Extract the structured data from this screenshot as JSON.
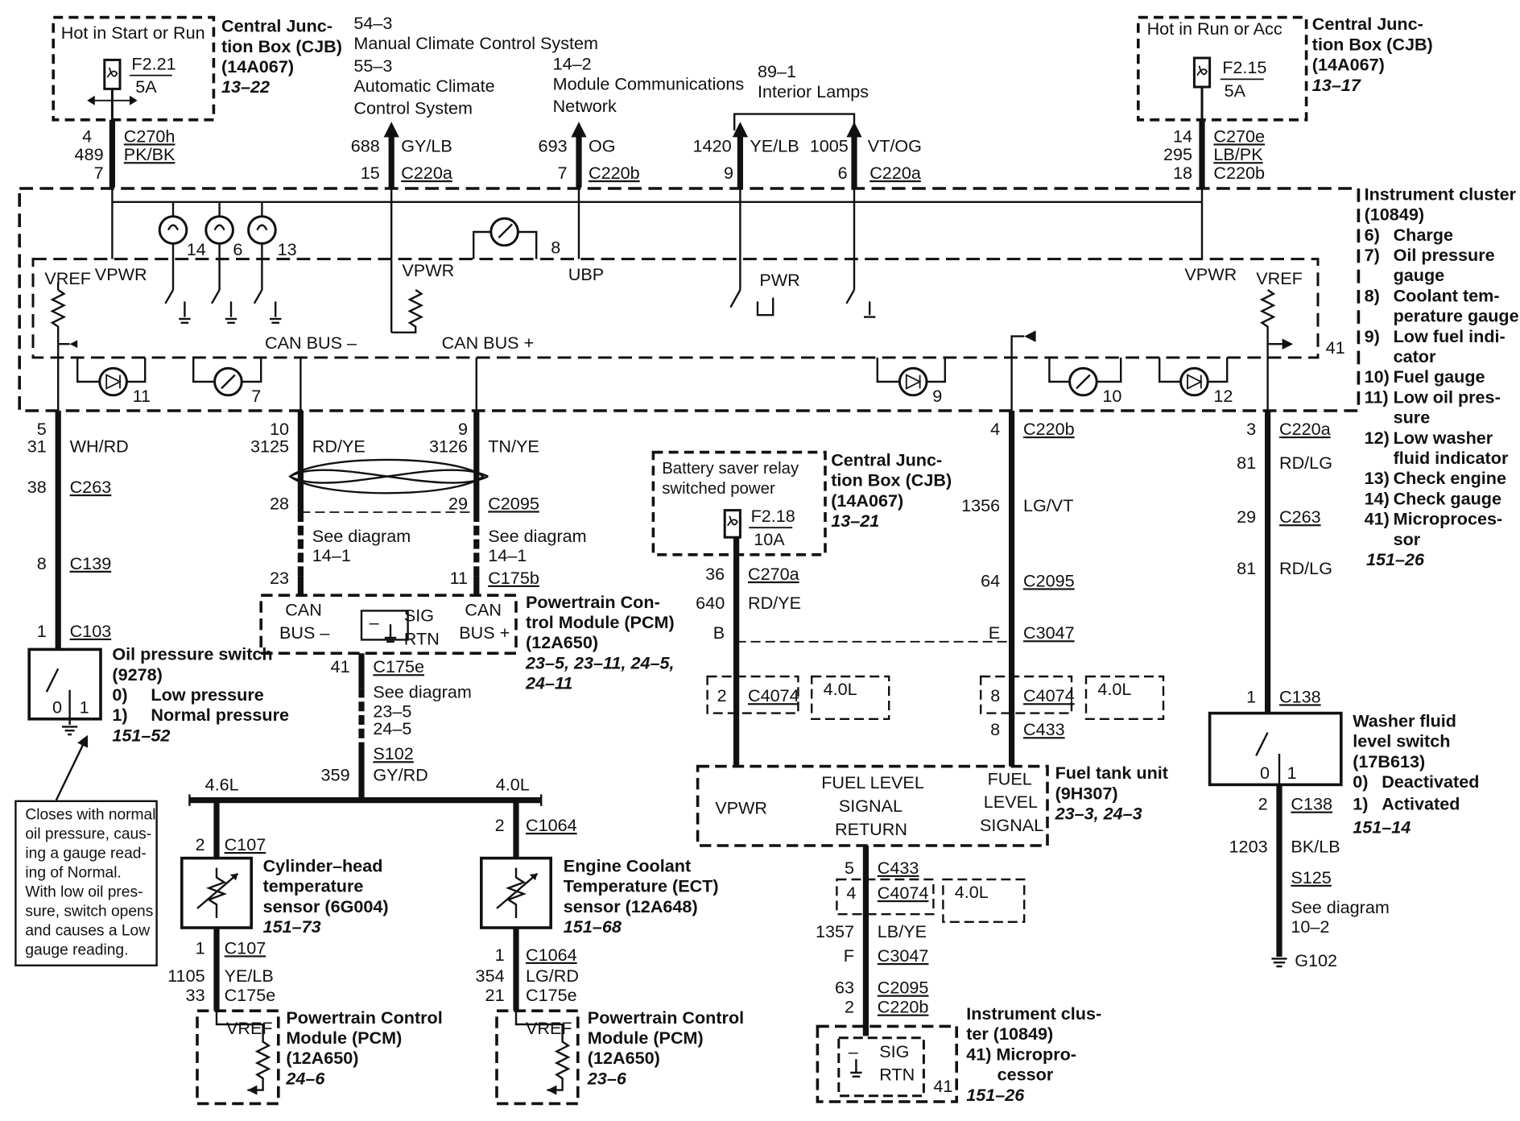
{
  "fuse_boxes": {
    "cjb_left": {
      "header": "Hot in Start or Run",
      "fuse": "F2.21",
      "amps": "5A",
      "title": [
        "Central Junc-",
        "tion Box (CJB)",
        "(14A067)"
      ],
      "ref": "13–22"
    },
    "cjb_right": {
      "header": "Hot in Run or Acc",
      "fuse": "F2.15",
      "amps": "5A",
      "title": [
        "Central Junc-",
        "tion Box (CJB)",
        "(14A067)"
      ],
      "ref": "13–17"
    },
    "cjb_battery_saver": {
      "header": [
        "Battery saver relay",
        "switched power"
      ],
      "fuse": "F2.18",
      "amps": "10A",
      "title": [
        "Central Junc-",
        "tion Box (CJB)",
        "(14A067)"
      ],
      "ref": "13–21"
    }
  },
  "top_refs": {
    "climate": [
      "54–3",
      "Manual Climate Control System",
      "55–3",
      "Automatic Climate",
      "Control System"
    ],
    "network": [
      "14–2",
      "Module Communications",
      "Network"
    ],
    "lamps": [
      "89–1",
      "Interior Lamps"
    ]
  },
  "top_wires": {
    "left": {
      "pins": [
        "4",
        "489",
        "7"
      ],
      "conn": "C270h",
      "color": "PK/BK"
    },
    "climate": {
      "circuit": "688",
      "color": "GY/LB",
      "pin": "15",
      "conn": "C220a"
    },
    "network": {
      "circuit": "693",
      "color": "OG",
      "pin": "7",
      "conn": "C220b"
    },
    "lamp1": {
      "circuit": "1420",
      "color": "YE/LB",
      "pin": "9"
    },
    "lamp2": {
      "circuit": "1005",
      "color": "VT/OG",
      "pin": "6",
      "conn": "C220a"
    },
    "right": {
      "pins": [
        "14",
        "295",
        "18"
      ],
      "conn": "C270e",
      "color": "LB/PK",
      "conn2": "C220b"
    }
  },
  "cluster": {
    "title": [
      "Instrument cluster",
      "(10849)"
    ],
    "legend": [
      [
        "6)",
        "Charge"
      ],
      [
        "7)",
        "Oil pressure",
        "gauge"
      ],
      [
        "8)",
        "Coolant tem-",
        "perature gauge"
      ],
      [
        "9)",
        "Low fuel indi-",
        "cator"
      ],
      [
        "10)",
        "Fuel gauge"
      ],
      [
        "11)",
        "Low oil pres-",
        "sure"
      ],
      [
        "12)",
        "Low washer",
        "fluid indicator"
      ],
      [
        "13)",
        "Check engine"
      ],
      [
        "14)",
        "Check gauge"
      ],
      [
        "41)",
        "Microproces-",
        "sor"
      ]
    ],
    "ref": "151–26",
    "internal": {
      "vref": "VREF",
      "vpwr": "VPWR",
      "ubp": "UBP",
      "pwr": "PWR",
      "can_minus": "CAN BUS –",
      "can_plus": "CAN BUS +"
    },
    "numbers": {
      "n14": "14",
      "n6": "6",
      "n13": "13",
      "n8": "8",
      "n11": "11",
      "n7": "7",
      "n9": "9",
      "n10": "10",
      "n12": "12",
      "n41": "41"
    }
  },
  "oil_branch": {
    "pins": [
      "5",
      "31"
    ],
    "color": "WH/RD",
    "c263": [
      "38",
      "C263"
    ],
    "c139": [
      "8",
      "C139"
    ],
    "c103": [
      "1",
      "C103"
    ],
    "switch_title": [
      "Oil pressure switch",
      "(9278)"
    ],
    "states": [
      [
        "0)",
        "Low pressure"
      ],
      [
        "1)",
        "Normal pressure"
      ]
    ],
    "ref": "151–52",
    "sw_labels": [
      "0",
      "1"
    ],
    "note": [
      "Closes with normal",
      "oil pressure, caus-",
      "ing a gauge read-",
      "ing of Normal.",
      "With low oil pres-",
      "sure, switch opens",
      "and causes a Low",
      "gauge reading."
    ]
  },
  "can_branch": {
    "minus": {
      "pins": [
        "10",
        "3125"
      ],
      "color": "RD/YE",
      "pin2": "28",
      "pin3": "23"
    },
    "plus": {
      "pins": [
        "9",
        "3126"
      ],
      "color": "TN/YE",
      "pin2": "29",
      "pin3": "11"
    },
    "conn_mid": "C2095",
    "conn_bot": "C175b",
    "see": [
      "See diagram",
      "14–1"
    ]
  },
  "pcm_main": {
    "labels": {
      "can1": "CAN",
      "bus_minus": "BUS –",
      "sig": "SIG",
      "rtn": "RTN",
      "can2": "CAN",
      "bus_plus": "BUS +",
      "minus": "–"
    },
    "title": [
      "Powertrain Con-",
      "trol Module (PCM)",
      "(12A650)"
    ],
    "refs": [
      "23–5, 23–11, 24–5,",
      "24–11"
    ]
  },
  "sig_rtn_branch": {
    "pin": "41",
    "conn": "C175e",
    "see": [
      "See diagram",
      "23–5",
      "24–5"
    ],
    "splice": "S102",
    "circuit": "359",
    "color": "GY/RD",
    "left_label": "4.6L",
    "right_label": "4.0L"
  },
  "chts": {
    "top": [
      "2",
      "C107"
    ],
    "title": [
      "Cylinder–head",
      "temperature",
      "sensor (6G004)"
    ],
    "ref": "151–73",
    "bot": [
      "1",
      "C107"
    ],
    "wire": [
      "1105",
      "YE/LB"
    ],
    "pin": [
      "33",
      "C175e"
    ],
    "pcm": {
      "vref": "VREF",
      "title": [
        "Powertrain Control",
        "Module (PCM)",
        "(12A650)"
      ],
      "ref": "24–6"
    }
  },
  "ect": {
    "top": [
      "2",
      "C1064"
    ],
    "title": [
      "Engine Coolant",
      "Temperature (ECT)",
      "sensor (12A648)"
    ],
    "ref": "151–68",
    "bot": [
      "1",
      "C1064"
    ],
    "wire": [
      "354",
      "LG/RD"
    ],
    "pin": [
      "21",
      "C175e"
    ],
    "pcm": {
      "vref": "VREF",
      "title": [
        "Powertrain Control",
        "Module (PCM)",
        "(12A650)"
      ],
      "ref": "23–6"
    }
  },
  "fuel_branch": {
    "vpwr": {
      "pin": "36",
      "conn": "C270a",
      "circuit": "640",
      "color": "RD/YE",
      "pin_b": "B",
      "c4074": [
        "2",
        "C4074"
      ],
      "eng": "4.0L"
    },
    "sig": {
      "pin": "4",
      "conn": "C220b",
      "circuit": "1356",
      "color": "LG/VT",
      "c2095": [
        "64",
        "C2095"
      ],
      "pin_e": "E",
      "c3047": "C3047",
      "c4074": [
        "8",
        "C4074"
      ],
      "eng": "4.0L",
      "c433": [
        "8",
        "C433"
      ]
    },
    "unit": {
      "vpwr": "VPWR",
      "ret": [
        "FUEL LEVEL",
        "SIGNAL",
        "RETURN"
      ],
      "sig": [
        "FUEL",
        "LEVEL",
        "SIGNAL"
      ],
      "title": [
        "Fuel tank unit",
        "(9H307)"
      ],
      "ref": "23–3, 24–3"
    },
    "ret_wire": {
      "c433": [
        "5",
        "C433"
      ],
      "c4074": [
        "4",
        "C4074"
      ],
      "eng": "4.0L",
      "circuit": "1357",
      "color": "LB/YE",
      "c3047": [
        "F",
        "C3047"
      ],
      "c2095": [
        "63",
        "C2095"
      ],
      "c220b": [
        "2",
        "C220b"
      ]
    },
    "cluster2": {
      "minus": "–",
      "sig": "SIG",
      "rtn": "RTN",
      "n41": "41",
      "title": [
        "Instrument clus-",
        "ter (10849)",
        "41) Micropro-",
        "cessor"
      ],
      "ref": "151–26"
    }
  },
  "washer_branch": {
    "pin": [
      "3",
      "C220a"
    ],
    "w1": [
      "81",
      "RD/LG"
    ],
    "c263": [
      "29",
      "C263"
    ],
    "w2": [
      "81",
      "RD/LG"
    ],
    "c138a": [
      "1",
      "C138"
    ],
    "title": [
      "Washer fluid",
      "level switch",
      "(17B613)"
    ],
    "states": [
      [
        "0)",
        "Deactivated"
      ],
      [
        "1)",
        "Activated"
      ]
    ],
    "ref": "151–14",
    "sw_labels": [
      "0",
      "1"
    ],
    "c138b": [
      "2",
      "C138"
    ],
    "wire": [
      "1203",
      "BK/LB"
    ],
    "splice": "S125",
    "see": [
      "See diagram",
      "10–2"
    ],
    "ground": "G102"
  }
}
